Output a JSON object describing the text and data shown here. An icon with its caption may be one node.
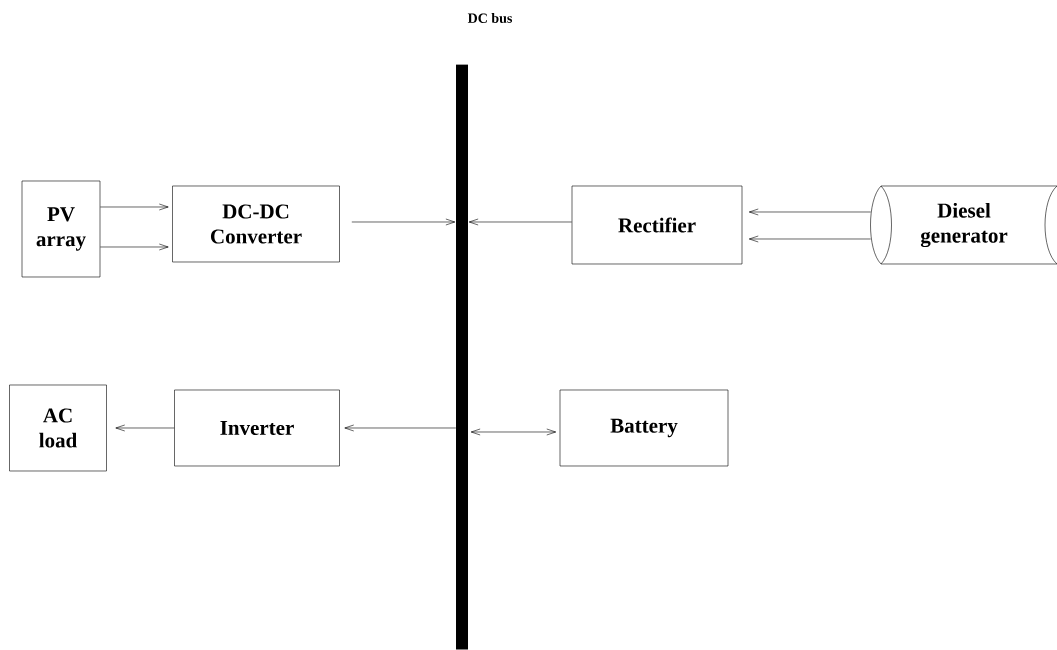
{
  "diagram": {
    "nodes": [
      {
        "text": [
          "DC bus"
        ]
      },
      {
        "text": [
          "PV array"
        ]
      },
      {
        "text": [
          "DC-DC Converter"
        ]
      },
      {
        "text": [
          "Rectifier"
        ]
      },
      {
        "text": [
          "Diesel generator"
        ]
      },
      {
        "text": [
          "AC load"
        ]
      },
      {
        "text": [
          "Inverter"
        ]
      },
      {
        "text": [
          "Battery"
        ]
      }
    ],
    "edges": [
      {
        "from": 1,
        "to": 2,
        "arrow": "to"
      },
      {
        "from": 1,
        "to": 2,
        "arrow": "to"
      },
      {
        "from": 2,
        "to": 0,
        "arrow": "to"
      },
      {
        "from": 3,
        "to": 0,
        "arrow": "to"
      },
      {
        "from": 4,
        "to": 3,
        "arrow": "to"
      },
      {
        "from": 4,
        "to": 3,
        "arrow": "to"
      },
      {
        "from": 0,
        "to": 6,
        "arrow": "to"
      },
      {
        "from": 6,
        "to": 5,
        "arrow": "to"
      },
      {
        "from": 0,
        "to": 7,
        "arrow": "both"
      }
    ]
  }
}
